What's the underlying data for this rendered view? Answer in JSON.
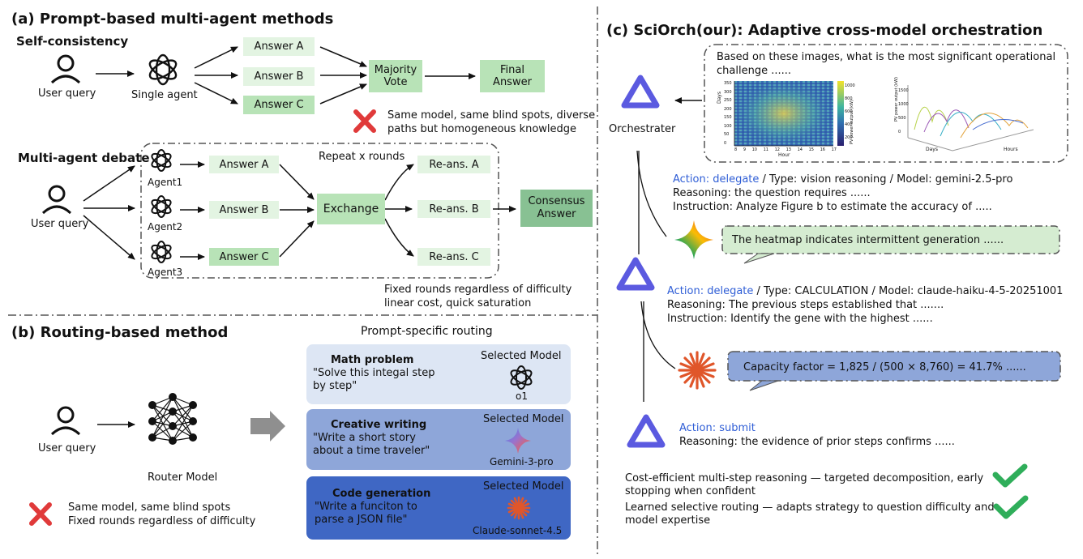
{
  "panel_a": {
    "title": "(a) Prompt-based multi-agent methods",
    "self_consistency": {
      "title": "Self-consistency",
      "user_query": "User query",
      "single_agent": "Single agent",
      "answers": [
        "Answer A",
        "Answer B",
        "Answer C"
      ],
      "majority_vote": "Majority\nVote",
      "final_answer": "Final\nAnswer",
      "critique": "Same model, same blind spots, diverse\npaths but homogeneous knowledge"
    },
    "debate": {
      "title": "Multi-agent debate",
      "user_query": "User query",
      "agents": [
        "Agent1",
        "Agent2",
        "Agent3"
      ],
      "answers": [
        "Answer A",
        "Answer B",
        "Answer C"
      ],
      "repeat": "Repeat x rounds",
      "exchange": "Exchange",
      "reanswers": [
        "Re-ans. A",
        "Re-ans. B",
        "Re-ans. C"
      ],
      "consensus": "Consensus\nAnswer",
      "critique": "Fixed rounds regardless of difficulty\nlinear cost, quick saturation"
    }
  },
  "panel_b": {
    "title": "(b) Routing-based method",
    "user_query": "User query",
    "router": "Router Model",
    "routing_title": "Prompt-specific routing",
    "routes": [
      {
        "category": "Math problem",
        "prompt": "\"Solve this integal step\nby step\"",
        "selected": "Selected Model",
        "model": "o1"
      },
      {
        "category": "Creative writing",
        "prompt": "\"Write a short story\nabout a time traveler\"",
        "selected": "Selected Model",
        "model": "Gemini-3-pro"
      },
      {
        "category": "Code generation",
        "prompt": "\"Write a funciton to\nparse a JSON file\"",
        "selected": "Selected Model",
        "model": "Claude-sonnet-4.5"
      }
    ],
    "critique": "Same model, same blind spots\nFixed rounds regardless of difficulty"
  },
  "panel_c": {
    "title": "(c) SciOrch(our): Adaptive cross-model orchestration",
    "question": "Based on these images, what is the most significant operational\nchallenge ......",
    "orchestrater": "Orchestrater",
    "heatmap": {
      "ylabel": "Days",
      "xlabel": "Hour",
      "cbar_label": "PV power output (kW)",
      "yticks": [
        "350",
        "300",
        "250",
        "200",
        "150",
        "100",
        "50",
        "0"
      ],
      "xticks": [
        "8",
        "9",
        "10",
        "11",
        "12",
        "13",
        "14",
        "15",
        "16",
        "17"
      ],
      "cbar_ticks": [
        "1000",
        "800",
        "600",
        "400",
        "200"
      ]
    },
    "plot3d": {
      "zlabel": "PV power output (kW)",
      "xlabel": "Days",
      "ylabel": "Hours",
      "zticks": [
        "1500",
        "1000",
        "500",
        "0"
      ]
    },
    "step1": {
      "action": "Action: delegate",
      "meta": " / Type: vision reasoning / Model: gemini-2.5-pro",
      "reasoning": "Reasoning: the question requires ......",
      "instruction": "Instruction: Analyze Figure b to estimate the accuracy of .....",
      "response": "The heatmap indicates intermittent generation ......"
    },
    "step2": {
      "action": "Action: delegate",
      "meta": " / Type: CALCULATION / Model: claude-haiku-4-5-20251001",
      "reasoning": "Reasoning: The previous steps established that .......",
      "instruction": "Instruction: Identify the gene with the highest ......",
      "response": "Capacity factor = 1,825 / (500 × 8,760) = 41.7% ......"
    },
    "step3": {
      "action": "Action: submit",
      "reasoning": "Reasoning: the evidence of prior steps confirms ......"
    },
    "benefits": [
      "Cost-efficient multi-step reasoning — targeted decomposition, early\nstopping when confident",
      "Learned selective routing — adapts strategy to question difficulty and\nmodel expertise"
    ]
  },
  "colors": {
    "green_light": "#e3f4e2",
    "green_mid": "#b8e3b7",
    "green_dark": "#88c193",
    "route1": "#dde6f4",
    "route2": "#8ea6d9",
    "route3": "#3f67c4",
    "action_blue": "#2f5ed6",
    "cross_red": "#e03a3a",
    "check_green": "#2fae5a"
  }
}
